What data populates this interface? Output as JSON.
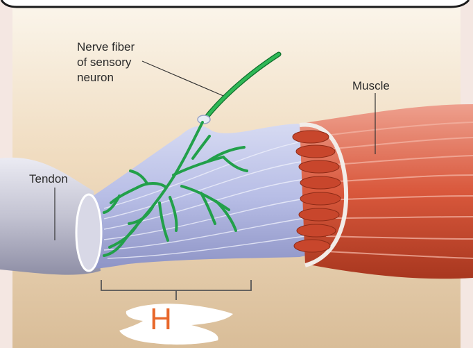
{
  "labels": {
    "nerve_fiber": [
      "Nerve fiber",
      "of sensory",
      "neuron"
    ],
    "muscle": "Muscle",
    "tendon": "Tendon",
    "handwritten_mark": "H"
  },
  "colors": {
    "background_top": "#fbf6ec",
    "background_bottom": "#dcc09a",
    "nerve": "#22a04a",
    "tendon": "#c9c9d8",
    "tendon_organ": "#b9bfe3",
    "muscle": "#d9583c",
    "annotation": "#e8672a"
  }
}
